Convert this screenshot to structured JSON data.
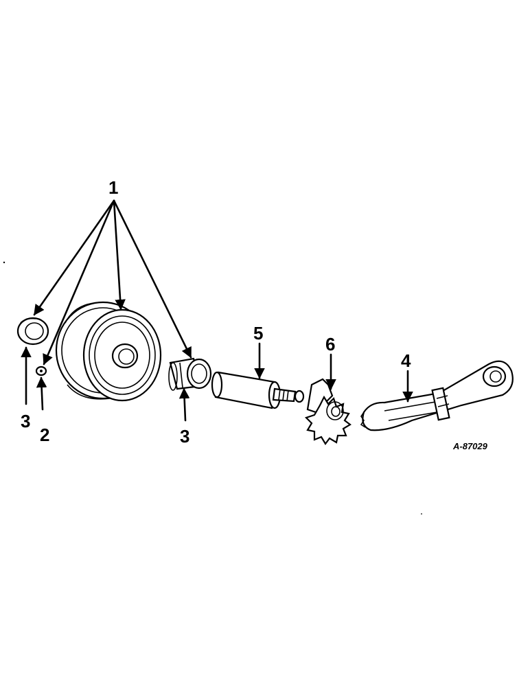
{
  "diagram": {
    "callouts": [
      {
        "id": "c1",
        "label": "1"
      },
      {
        "id": "c2",
        "label": "2"
      },
      {
        "id": "c3a",
        "label": "3"
      },
      {
        "id": "c3b",
        "label": "3"
      },
      {
        "id": "c4",
        "label": "4"
      },
      {
        "id": "c5",
        "label": "5"
      },
      {
        "id": "c6",
        "label": "6"
      }
    ],
    "reference_code": "A-87029"
  }
}
